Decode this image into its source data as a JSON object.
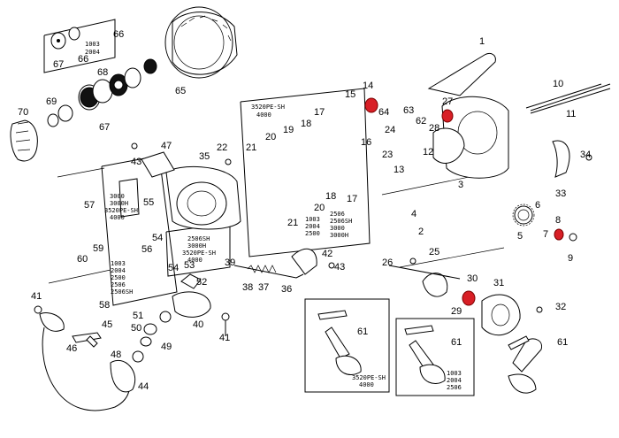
{
  "colors": {
    "highlight": "#d81f26",
    "ink": "#000000",
    "background": "#ffffff"
  },
  "callouts": {
    "n1": "1",
    "n2": "2",
    "n3": "3",
    "n4": "4",
    "n5": "5",
    "n6": "6",
    "n7": "7",
    "n8": "8",
    "n9": "9",
    "n10": "10",
    "n11": "11",
    "n12": "12",
    "n13": "13",
    "n14": "14",
    "n15": "15",
    "n16": "16",
    "n17a": "17",
    "n17b": "17",
    "n18a": "18",
    "n18b": "18",
    "n19": "19",
    "n20a": "20",
    "n20b": "20",
    "n21a": "21",
    "n21b": "21",
    "n22": "22",
    "n23": "23",
    "n24": "24",
    "n25": "25",
    "n26": "26",
    "n27": "27",
    "n28": "28",
    "n29": "29",
    "n30": "30",
    "n31": "31",
    "n32": "32",
    "n33": "33",
    "n34": "34",
    "n35": "35",
    "n36": "36",
    "n37": "37",
    "n38": "38",
    "n39": "39",
    "n40": "40",
    "n41a": "41",
    "n41b": "41",
    "n42": "42",
    "n43a": "43",
    "n43b": "43",
    "n44": "44",
    "n45": "45",
    "n46": "46",
    "n47": "47",
    "n48": "48",
    "n49": "49",
    "n50": "50",
    "n51": "51",
    "n52": "52",
    "n53": "53",
    "n54a": "54",
    "n54b": "54",
    "n55": "55",
    "n56": "56",
    "n57": "57",
    "n58": "58",
    "n59": "59",
    "n60": "60",
    "n61a": "61",
    "n61b": "61",
    "n61c": "61",
    "n62": "62",
    "n63": "63",
    "n64": "64",
    "n65": "65",
    "n66a": "66",
    "n66b": "66",
    "n67a": "67",
    "n67b": "67",
    "n68": "68",
    "n69": "69",
    "n70": "70"
  },
  "notes": {
    "topleft": [
      "1003",
      "2004"
    ],
    "box17_header": [
      "3520PE-SH",
      "4000"
    ],
    "box17_models_a": [
      "1003",
      "2004",
      "2500"
    ],
    "box17_models_b": [
      "2506",
      "2506SH",
      "3000",
      "3000H"
    ],
    "box57": [
      "3000",
      "3000H",
      "3520PE-SH",
      "4000"
    ],
    "box59": [
      "1003",
      "2004",
      "2500",
      "2506",
      "2506SH"
    ],
    "box53": [
      "2506SH",
      "3000H",
      "3520PE-SH",
      "4000"
    ],
    "handle_right": [
      "1003",
      "2004",
      "2506"
    ],
    "handle_left": [
      "3520PE-SH",
      "4000"
    ]
  }
}
